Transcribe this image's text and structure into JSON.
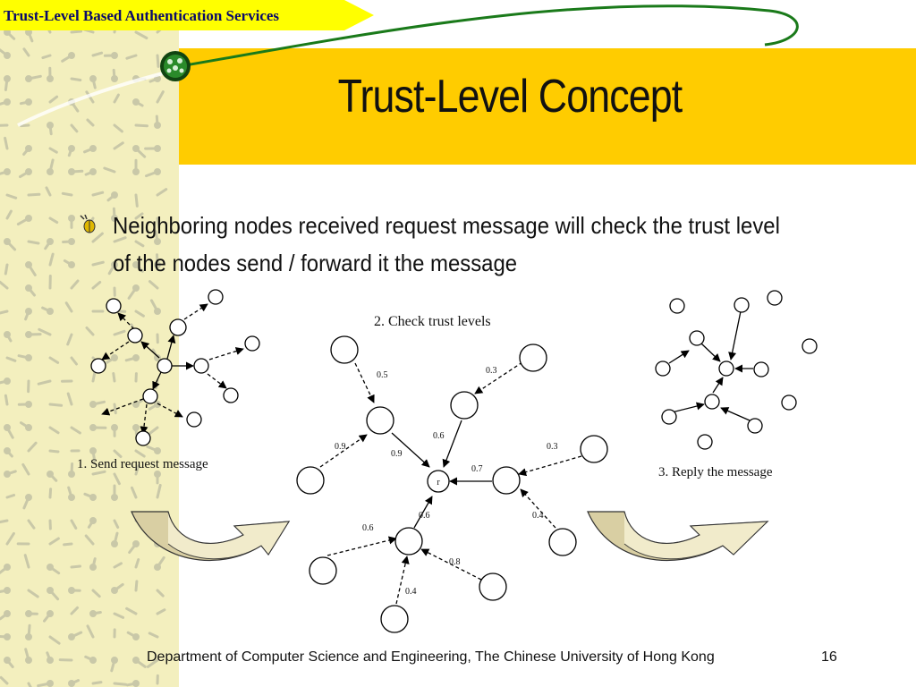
{
  "header": {
    "banner_text": "Trust-Level Based Authentication Services"
  },
  "slide": {
    "title": "Trust-Level Concept",
    "bullet": "Neighboring nodes received request message will check the trust level of the nodes send / forward it the message"
  },
  "diagram": {
    "step1_caption": "1. Send request message",
    "step2_caption": "2. Check trust levels",
    "step3_caption": "3. Reply the message",
    "center_node_label": "r",
    "trust_values": [
      "0.5",
      "0.3",
      "0.6",
      "0.9",
      "0.9",
      "0.3",
      "0.7",
      "0.6",
      "0.4",
      "0.6",
      "0.8",
      "0.4"
    ]
  },
  "footer": {
    "department": "Department of Computer Science and Engineering, The Chinese University of Hong Kong",
    "page_number": "16"
  },
  "colors": {
    "title_band": "#ffcc00",
    "left_strip": "#f3efbe",
    "banner": "#ffff00",
    "banner_text": "#0a0a6a",
    "arrow_fill": "#d9cfa3",
    "arrow_tip": "#f4efd0"
  }
}
